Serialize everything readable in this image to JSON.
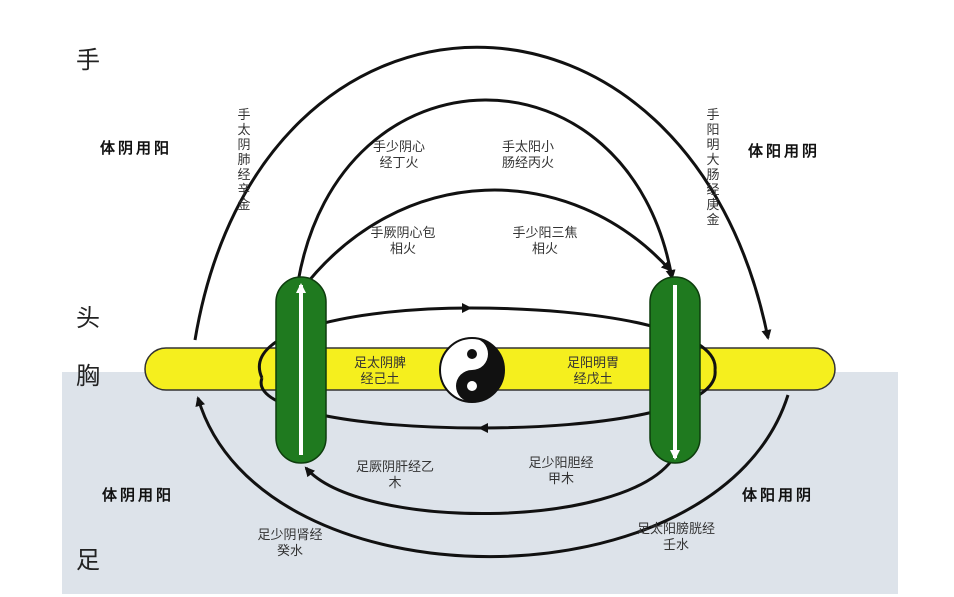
{
  "side_labels": {
    "hand": "手",
    "head": "头",
    "chest": "胸",
    "foot": "足"
  },
  "yin_yang": {
    "upper_left": "体阴用阳",
    "upper_right": "体阳用阴",
    "lower_left": "体阴用阳",
    "lower_right": "体阳用阴"
  },
  "meridians": {
    "lung": "手太阴肺经辛金",
    "large_intestine": "手阳明大肠经庚金",
    "heart": "手少阴心\n经丁火",
    "small_intestine": "手太阳小\n肠经丙火",
    "pericardium": "手厥阴心包\n相火",
    "triple_burner": "手少阳三焦\n相火",
    "spleen": "足太阴脾\n经己土",
    "stomach": "足阳明胃\n经戊土",
    "liver": "足厥阴肝经乙\n木",
    "gallbladder": "足少阳胆经\n甲木",
    "kidney": "足少阴肾经\n癸水",
    "bladder": "足太阳膀胱经\n壬水"
  },
  "colors": {
    "band": "#f5ef1e",
    "pillar": "#1f7a1f",
    "lower_bg": "#dde3ea",
    "arrow": "#111111"
  },
  "icons": {
    "center": "yin-yang-icon"
  }
}
